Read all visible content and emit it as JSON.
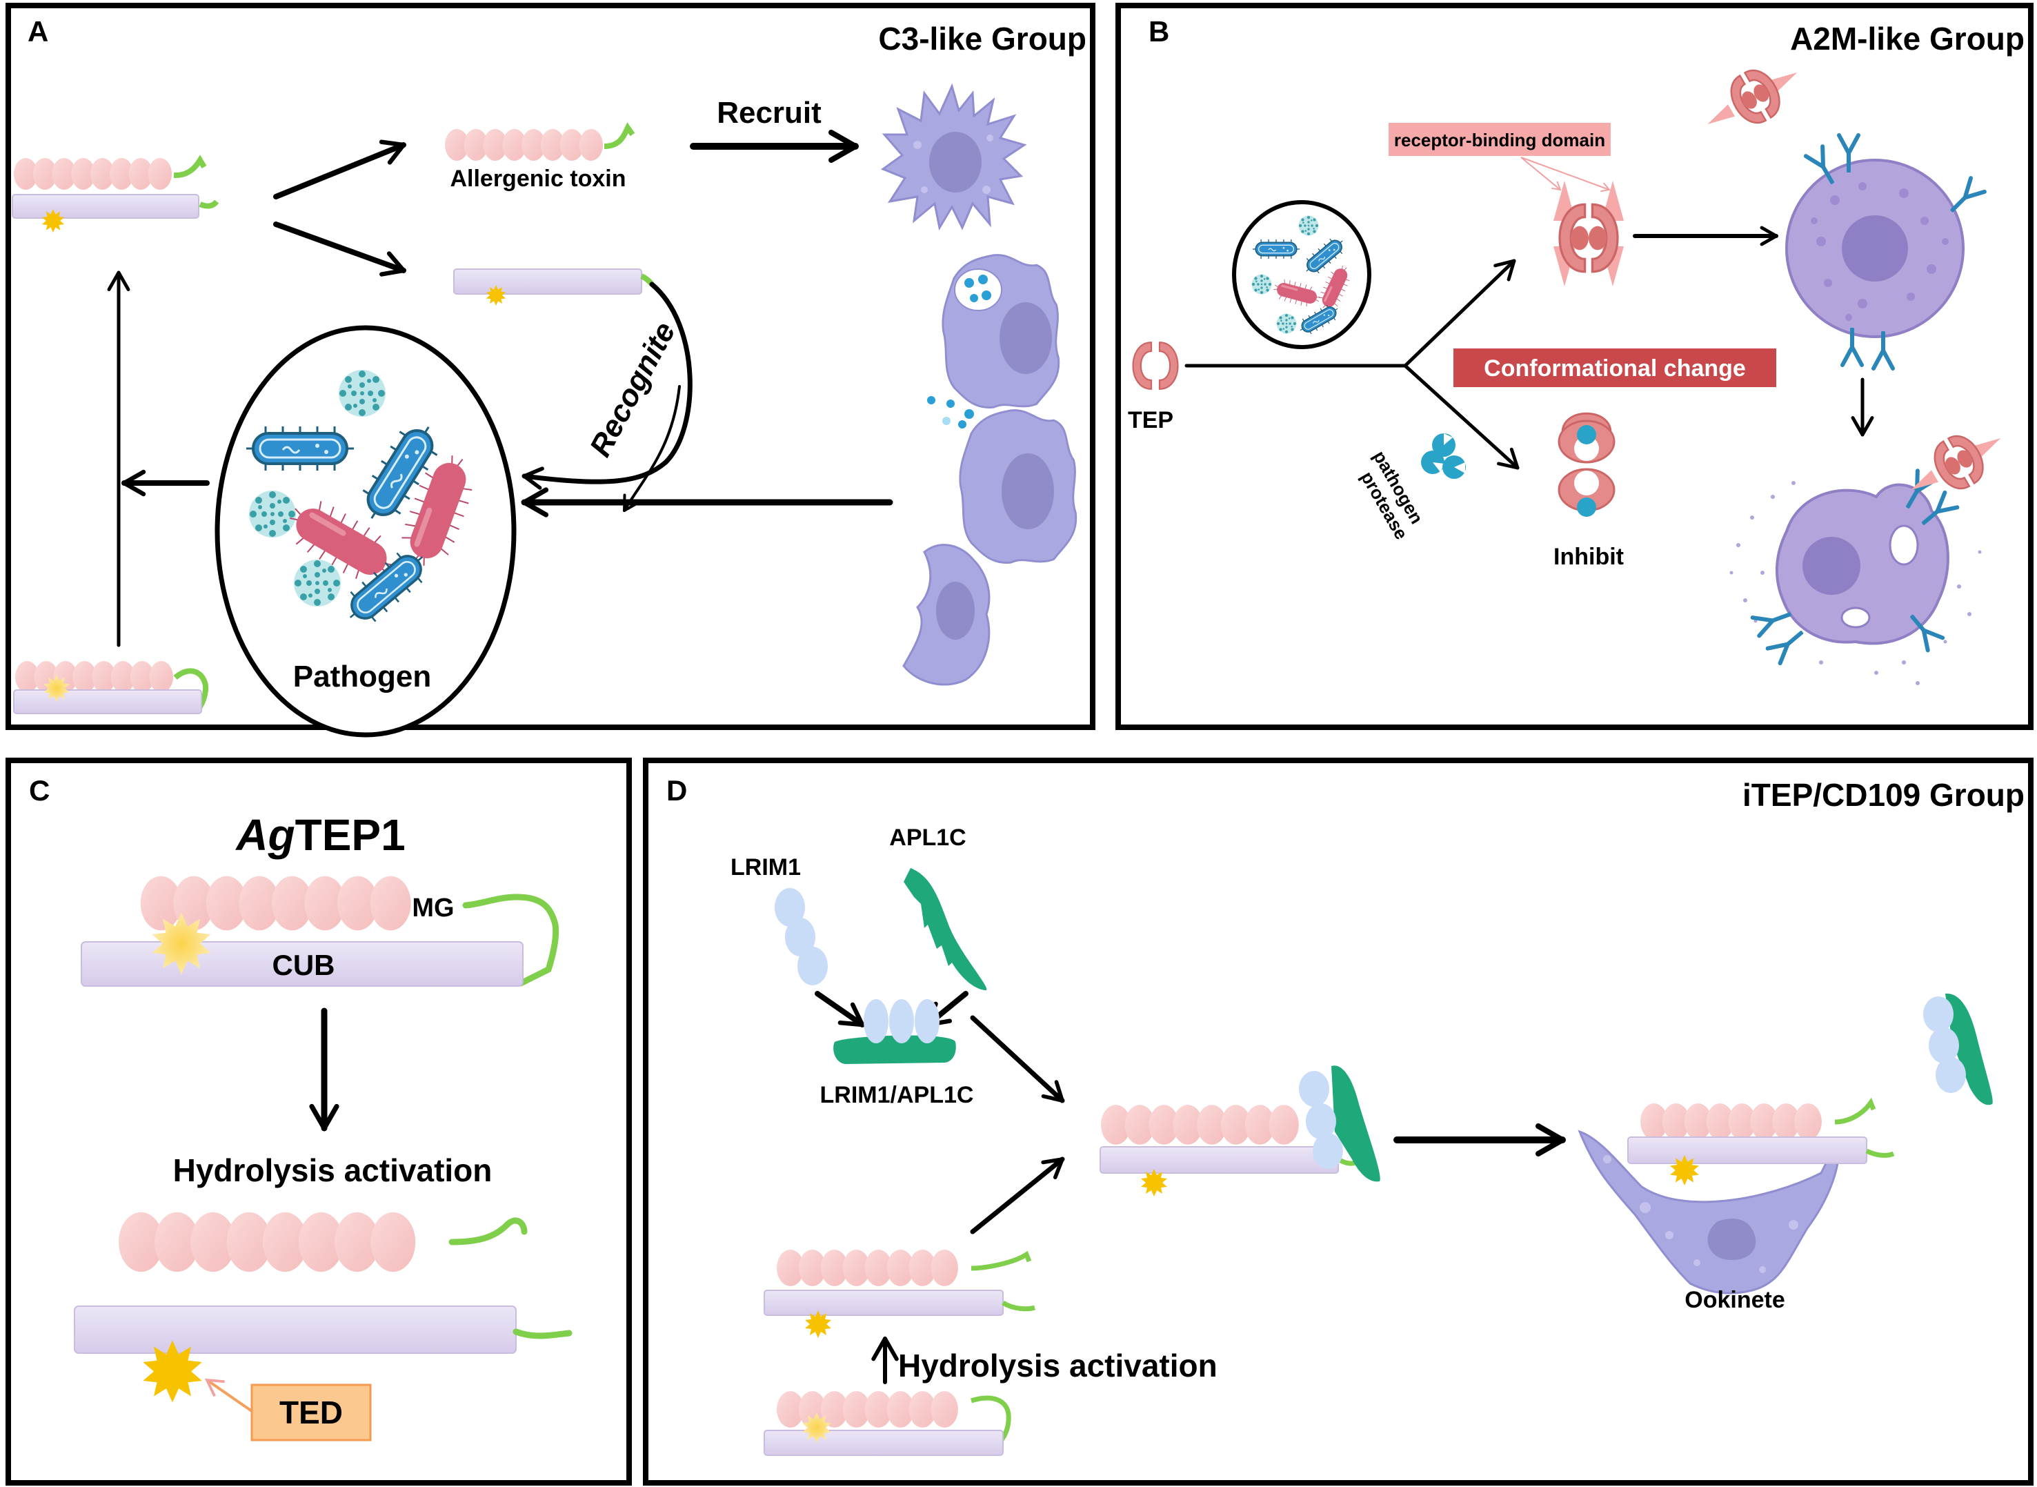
{
  "figure": {
    "panels": {
      "A": {
        "letter": "A",
        "group_title": "C3-like Group",
        "labels": {
          "allergenic_toxin": "Allergenic toxin",
          "recruit": "Recruit",
          "recognite": "Recognite",
          "pathogen": "Pathogen"
        }
      },
      "B": {
        "letter": "B",
        "group_title": "A2M-like Group",
        "labels": {
          "receptor_binding_domain": "receptor-binding domain",
          "conformational_change": "Conformational change",
          "tep": "TEP",
          "pathogen_protease_line1": "pathogen",
          "pathogen_protease_line2": "protease",
          "inhibit": "Inhibit"
        }
      },
      "C": {
        "letter": "C",
        "title_italic": "Ag",
        "title_rest": "TEP1",
        "labels": {
          "mg": "MG",
          "cub": "CUB",
          "hydrolysis_activation": "Hydrolysis activation",
          "ted": "TED"
        }
      },
      "D": {
        "letter": "D",
        "group_title": "iTEP/CD109 Group",
        "labels": {
          "lrim1": "LRIM1",
          "apl1c": "APL1C",
          "complex": "LRIM1/APL1C",
          "hydrolysis_activation": "Hydrolysis activation",
          "ookinete": "Ookinete"
        }
      }
    },
    "colors": {
      "mg_domain": "#f7c6c6",
      "cub_domain": "#ddd5ee",
      "linker": "#7fcf4a",
      "ted_star": "#f7c200",
      "cell": "#aaa8e0",
      "nucleus": "#8f8cc9",
      "bacteria_blue": "#2f8fcf",
      "bacteria_red": "#d9607a",
      "virus_teal": "#3aa0a8",
      "tep_pink": "#e58a8a",
      "label_box_pink": "#f6a9a9",
      "label_box_red": "#c9484b",
      "ted_box": "#fbc98f",
      "apl1c_green": "#1fa87a",
      "lrim1_blue": "#c9dcf7",
      "antibody": "#2a86b8"
    }
  }
}
